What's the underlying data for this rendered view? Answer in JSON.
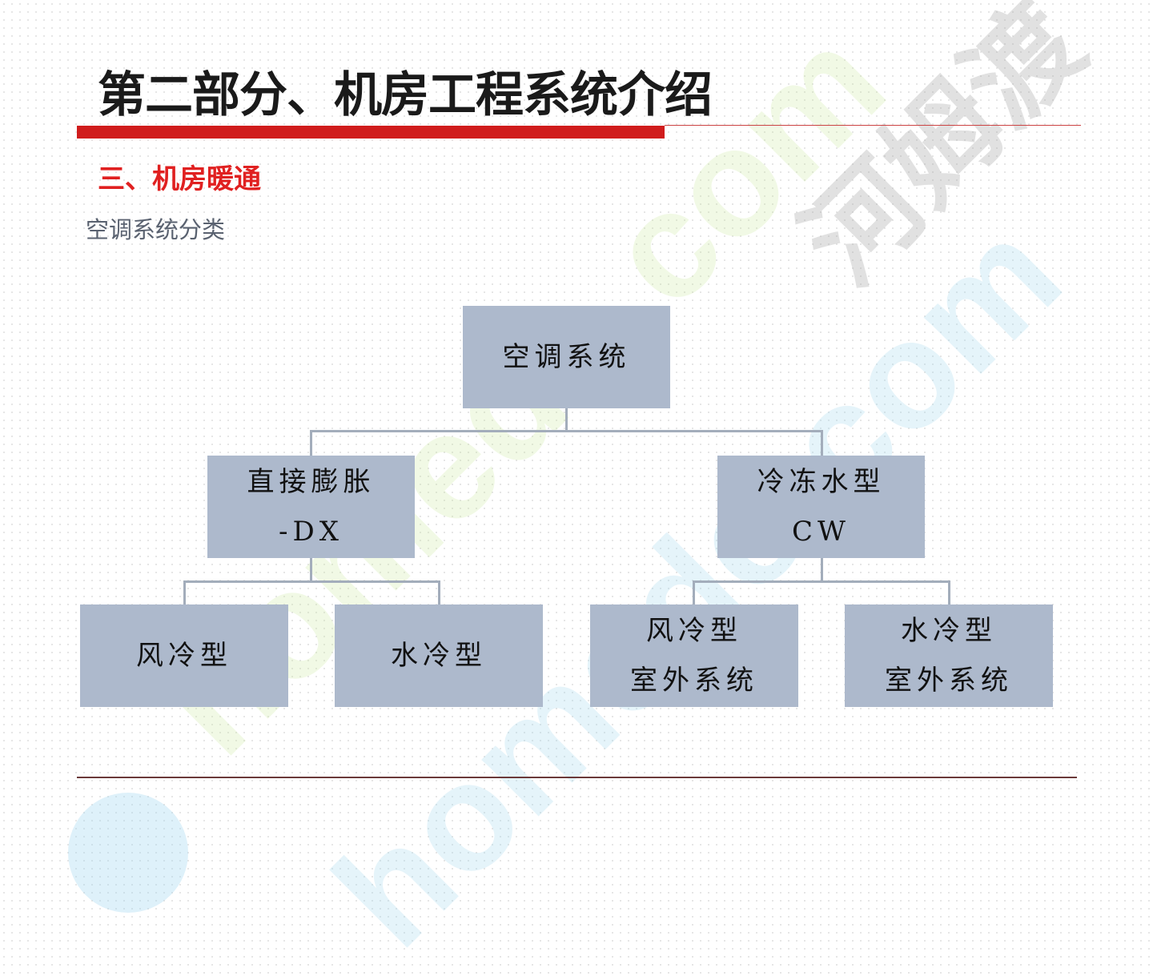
{
  "title": "第二部分、机房工程系统介绍",
  "section": "三、机房暖通",
  "subheading": "空调系统分类",
  "diagram": {
    "root": "空调系统",
    "level2": [
      {
        "line1": "直接膨胀",
        "line2": "-DX"
      },
      {
        "line1": "冷冻水型",
        "line2": "CW"
      }
    ],
    "level3": [
      {
        "line1": "风冷型",
        "line2": ""
      },
      {
        "line1": "水冷型",
        "line2": ""
      },
      {
        "line1": "风冷型",
        "line2": "室外系统"
      },
      {
        "line1": "水冷型",
        "line2": "室外系统"
      }
    ]
  },
  "watermark": {
    "text1": "homedo.com",
    "text2": "河姆渡"
  },
  "colors": {
    "accent": "#d01c1c",
    "box": "#adb9cc",
    "connector": "#a3adbb"
  }
}
